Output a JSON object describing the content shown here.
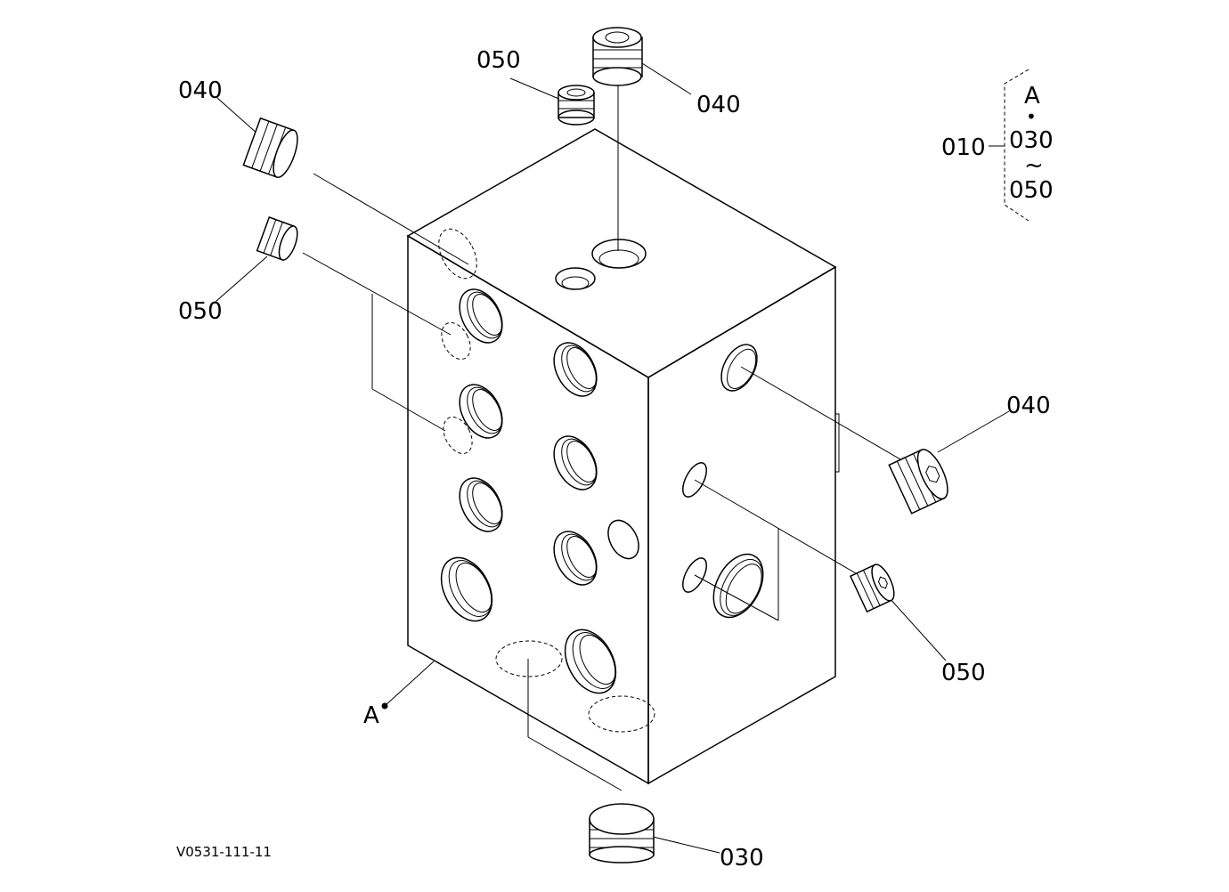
{
  "diagram": {
    "drawing_code": "V0531-111-11",
    "point_label": "A",
    "legend": {
      "assembly": "010",
      "items": [
        "A",
        "•",
        "030",
        "~",
        "050"
      ]
    },
    "callouts": {
      "top_left_plug": "040",
      "top_small_plug": "050",
      "top_center_plug": "040",
      "left_small_plug": "050",
      "right_plug": "040",
      "right_small_plug": "050",
      "bottom_plug": "030"
    }
  }
}
